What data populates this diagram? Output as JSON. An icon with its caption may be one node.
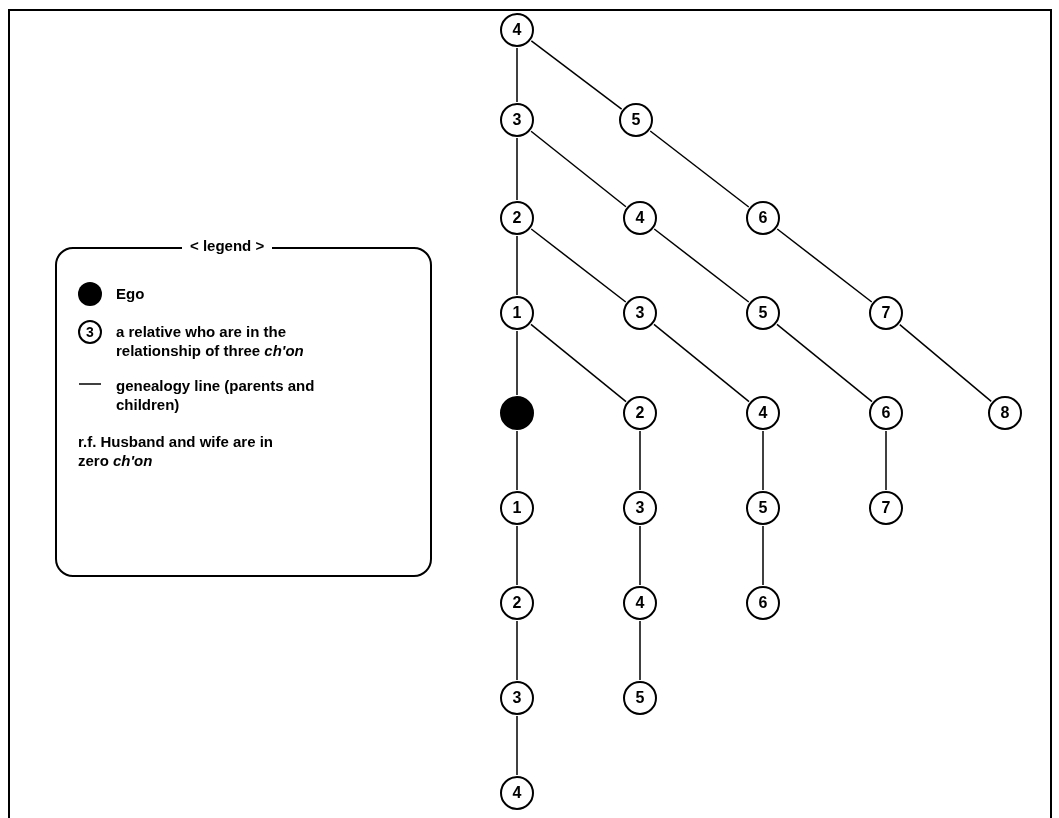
{
  "diagram": {
    "nodes": [
      {
        "text": [
          "4"
        ]
      },
      {
        "text": [
          "3"
        ]
      },
      {
        "text": [
          "5"
        ]
      },
      {
        "text": [
          "2"
        ]
      },
      {
        "text": [
          "4"
        ]
      },
      {
        "text": [
          "6"
        ]
      },
      {
        "text": [
          "1"
        ]
      },
      {
        "text": [
          "3"
        ]
      },
      {
        "text": [
          "5"
        ]
      },
      {
        "text": [
          "7"
        ]
      },
      {
        "text": [],
        "shape": "circle"
      },
      {
        "text": [
          "2"
        ]
      },
      {
        "text": [
          "4"
        ]
      },
      {
        "text": [
          "6"
        ]
      },
      {
        "text": [
          "8"
        ]
      },
      {
        "text": [
          "1"
        ]
      },
      {
        "text": [
          "3"
        ]
      },
      {
        "text": [
          "5"
        ]
      },
      {
        "text": [
          "7"
        ]
      },
      {
        "text": [
          "2"
        ]
      },
      {
        "text": [
          "4"
        ]
      },
      {
        "text": [
          "6"
        ]
      },
      {
        "text": [
          "3"
        ]
      },
      {
        "text": [
          "5"
        ]
      },
      {
        "text": [
          "4"
        ]
      }
    ],
    "edges": [
      {
        "from": 0,
        "to": 1,
        "arrow": "none"
      },
      {
        "from": 1,
        "to": 3,
        "arrow": "none"
      },
      {
        "from": 3,
        "to": 6,
        "arrow": "none"
      },
      {
        "from": 6,
        "to": 10,
        "arrow": "none"
      },
      {
        "from": 10,
        "to": 15,
        "arrow": "none"
      },
      {
        "from": 15,
        "to": 19,
        "arrow": "none"
      },
      {
        "from": 19,
        "to": 22,
        "arrow": "none"
      },
      {
        "from": 22,
        "to": 24,
        "arrow": "none"
      },
      {
        "from": 0,
        "to": 2,
        "arrow": "none"
      },
      {
        "from": 2,
        "to": 5,
        "arrow": "none"
      },
      {
        "from": 5,
        "to": 9,
        "arrow": "none"
      },
      {
        "from": 9,
        "to": 14,
        "arrow": "none"
      },
      {
        "from": 1,
        "to": 4,
        "arrow": "none"
      },
      {
        "from": 4,
        "to": 8,
        "arrow": "none"
      },
      {
        "from": 8,
        "to": 13,
        "arrow": "none"
      },
      {
        "from": 13,
        "to": 18,
        "arrow": "none"
      },
      {
        "from": 3,
        "to": 7,
        "arrow": "none"
      },
      {
        "from": 7,
        "to": 12,
        "arrow": "none"
      },
      {
        "from": 12,
        "to": 17,
        "arrow": "none"
      },
      {
        "from": 17,
        "to": 21,
        "arrow": "none"
      },
      {
        "from": 6,
        "to": 11,
        "arrow": "none"
      },
      {
        "from": 11,
        "to": 16,
        "arrow": "none"
      },
      {
        "from": 16,
        "to": 20,
        "arrow": "none"
      },
      {
        "from": 20,
        "to": 23,
        "arrow": "none"
      }
    ],
    "labels": [
      "< legend >",
      "3",
      "r.f. Husband and wife are in zero *ch'on*"
    ],
    "legend": [
      {
        "text": "Ego"
      },
      {
        "text": "a relative who are in the relationship of three *ch'on*"
      },
      {
        "text": "genealogy line (parents and children)"
      }
    ]
  }
}
